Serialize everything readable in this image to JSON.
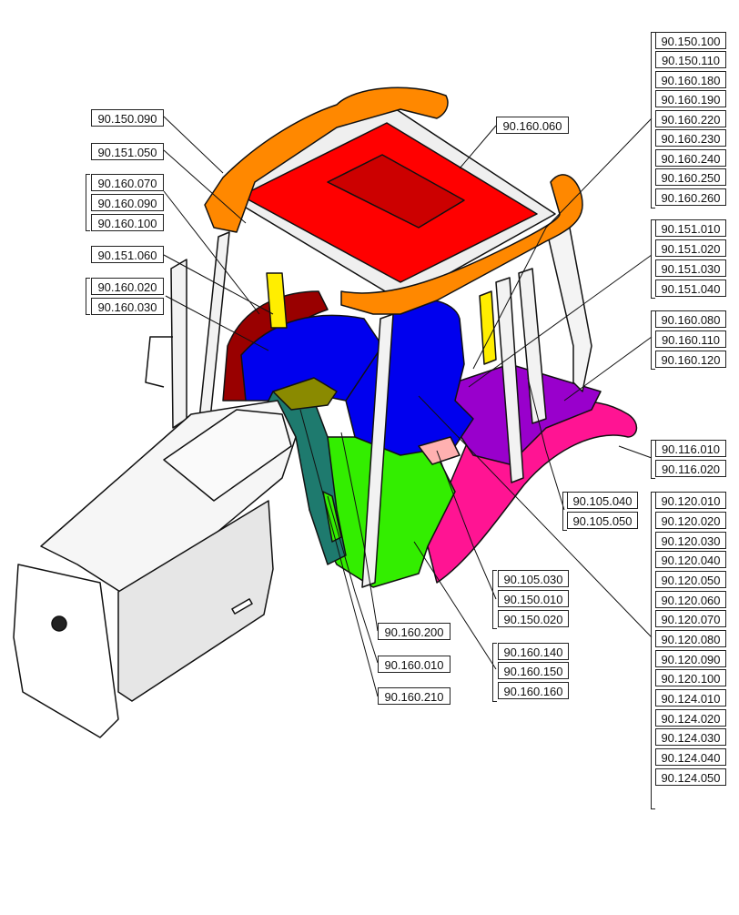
{
  "colors": {
    "roof": "#ff0000",
    "orange_trim": "#ff8800",
    "seat": "#0000ee",
    "floor": "#33ee00",
    "fender": "#ff1493",
    "console": "#9900cc",
    "dark_red": "#990000",
    "teal": "#1e7a6e",
    "olive": "#8a8a00",
    "yellow_post": "#ffee00",
    "pale_panel": "#f0f0f0",
    "outline": "#111111"
  },
  "labels": {
    "l_90150090": "90.150.090",
    "l_90151050": "90.151.050",
    "l_90160070": "90.160.070",
    "l_90160090": "90.160.090",
    "l_90160100": "90.160.100",
    "l_90151060": "90.151.060",
    "l_90160020": "90.160.020",
    "l_90160030": "90.160.030",
    "l_90160060": "90.160.060",
    "r_90150100": "90.150.100",
    "r_90150110": "90.150.110",
    "r_90160180": "90.160.180",
    "r_90160190": "90.160.190",
    "r_90160220": "90.160.220",
    "r_90160230": "90.160.230",
    "r_90160240": "90.160.240",
    "r_90160250": "90.160.250",
    "r_90160260": "90.160.260",
    "r_90151010": "90.151.010",
    "r_90151020": "90.151.020",
    "r_90151030": "90.151.030",
    "r_90151040": "90.151.040",
    "r_90160080": "90.160.080",
    "r_90160110": "90.160.110",
    "r_90160120": "90.160.120",
    "r_90116010": "90.116.010",
    "r_90116020": "90.116.020",
    "m_90105040": "90.105.040",
    "m_90105050": "90.105.050",
    "r_90120010": "90.120.010",
    "r_90120020": "90.120.020",
    "r_90120030": "90.120.030",
    "r_90120040": "90.120.040",
    "r_90120050": "90.120.050",
    "r_90120060": "90.120.060",
    "r_90120070": "90.120.070",
    "r_90120080": "90.120.080",
    "r_90120090": "90.120.090",
    "r_90120100": "90.120.100",
    "r_90124010": "90.124.010",
    "r_90124020": "90.124.020",
    "r_90124030": "90.124.030",
    "r_90124040": "90.124.040",
    "r_90124050": "90.124.050",
    "b_90105030": "90.105.030",
    "b_90150010": "90.150.010",
    "b_90150020": "90.150.020",
    "b_90160140": "90.160.140",
    "b_90160150": "90.160.150",
    "b_90160160": "90.160.160",
    "b_90160200": "90.160.200",
    "b_90160010": "90.160.010",
    "b_90160210": "90.160.210"
  }
}
